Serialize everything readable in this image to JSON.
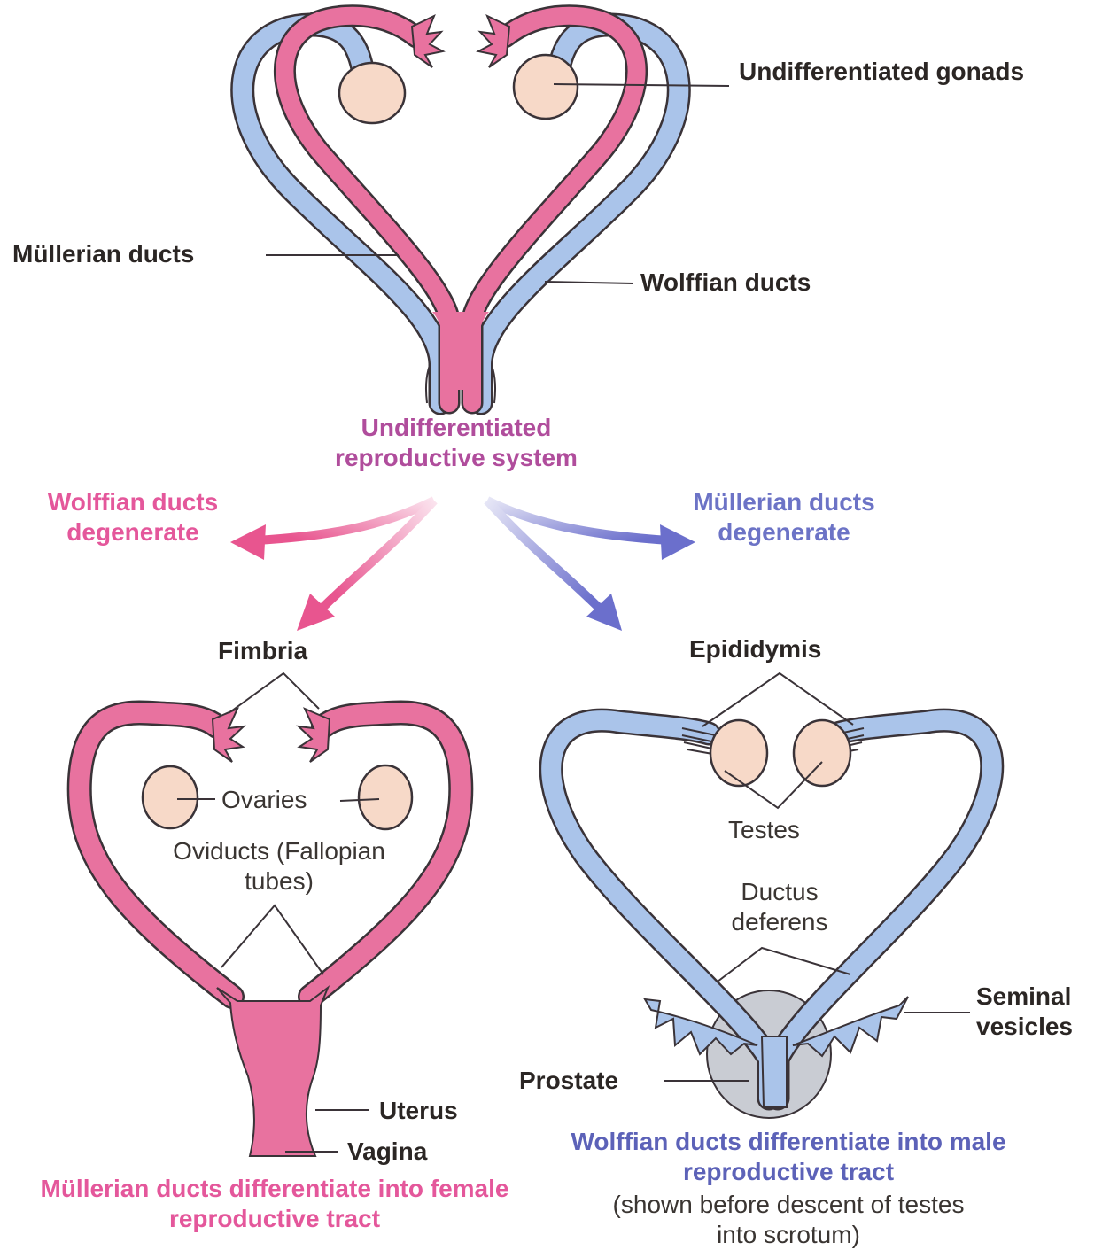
{
  "colors": {
    "mullerian_pink": "#e8729f",
    "wolffian_blue": "#aac4ea",
    "gonad": "#f7d9c8",
    "prostate": "#c9ccd3",
    "outline": "#3a3338",
    "arrow_pink": "#e8558f",
    "arrow_blue": "#6b6fcc"
  },
  "top": {
    "gonads_label": "Undifferentiated gonads",
    "mullerian_label": "Müllerian ducts",
    "wolffian_label": "Wolffian ducts",
    "system_label": "Undifferentiated reproductive system"
  },
  "arrows": {
    "left_label": "Wolffian ducts degenerate",
    "right_label": "Müllerian ducts degenerate"
  },
  "female": {
    "fimbria": "Fimbria",
    "ovaries": "Ovaries",
    "oviducts": "Oviducts (Fallopian tubes)",
    "uterus": "Uterus",
    "vagina": "Vagina",
    "caption": "Müllerian ducts differentiate into female reproductive tract"
  },
  "male": {
    "epididymis": "Epididymis",
    "testes": "Testes",
    "ductus": "Ductus deferens",
    "seminal": "Seminal vesicles",
    "prostate": "Prostate",
    "caption": "Wolffian ducts differentiate into male reproductive tract",
    "note": "(shown before descent of testes into scrotum)"
  }
}
